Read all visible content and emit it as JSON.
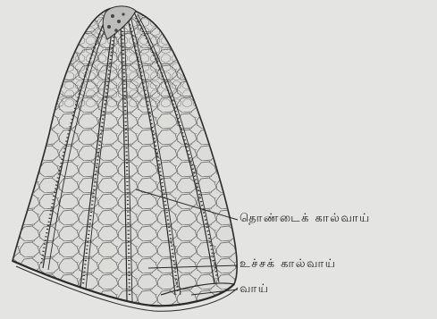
{
  "figure": {
    "type": "labelled biological illustration",
    "background_color": "#e4e4e2",
    "ink_color": "#2a2a2a",
    "labels": [
      {
        "id": "throat-ambulacrum",
        "text": "தொண்டைக் கால்வாய்"
      },
      {
        "id": "apical-ambulacrum",
        "text": "உச்சக் கால்வாய்"
      },
      {
        "id": "mouth",
        "text": "வாய்"
      }
    ]
  }
}
